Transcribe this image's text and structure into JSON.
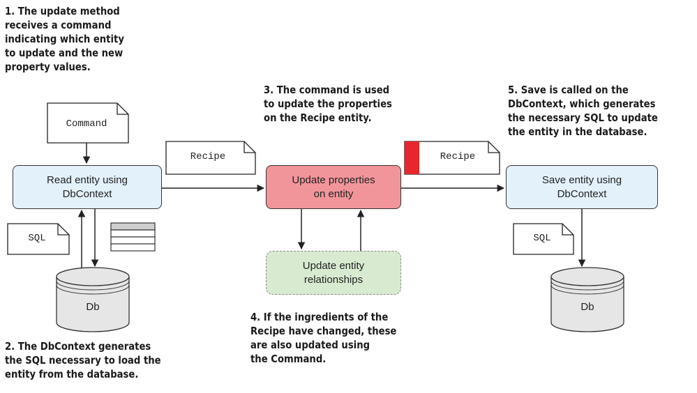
{
  "annotations": {
    "step1": [
      "1. The update method",
      "receives a command",
      "indicating which entity",
      "to update and the new",
      "property values."
    ],
    "step2": [
      "2. The DbContext generates",
      "the SQL necessary to load the",
      "entity from the database."
    ],
    "step3": [
      "3. The command is used",
      "to update the properties",
      "on the Recipe entity."
    ],
    "step4": [
      "4. If the ingredients of the",
      "Recipe have changed, these",
      "are also updated using",
      "the Command."
    ],
    "step5": [
      "5. Save is called on the",
      "DbContext, which generates",
      "the necessary SQL to update",
      "the entity in the database."
    ]
  },
  "boxes": {
    "read": [
      "Read entity using",
      "DbContext"
    ],
    "update": [
      "Update properties",
      "on entity"
    ],
    "relationships": [
      "Update entity",
      "relationships"
    ],
    "save": [
      "Save entity using",
      "DbContext"
    ]
  },
  "documents": {
    "command": "Command",
    "recipe_in": "Recipe",
    "recipe_out": "Recipe",
    "sql_read": "SQL",
    "sql_save": "SQL"
  },
  "databases": {
    "db_read": "Db",
    "db_save": "Db"
  },
  "colors": {
    "read_box": "#e3f1fb",
    "update_box": "#f2959a",
    "relationships_box": "#d8ebd0",
    "save_box": "#e3f1fb",
    "recipe_changed_marker": "#e8262d"
  }
}
